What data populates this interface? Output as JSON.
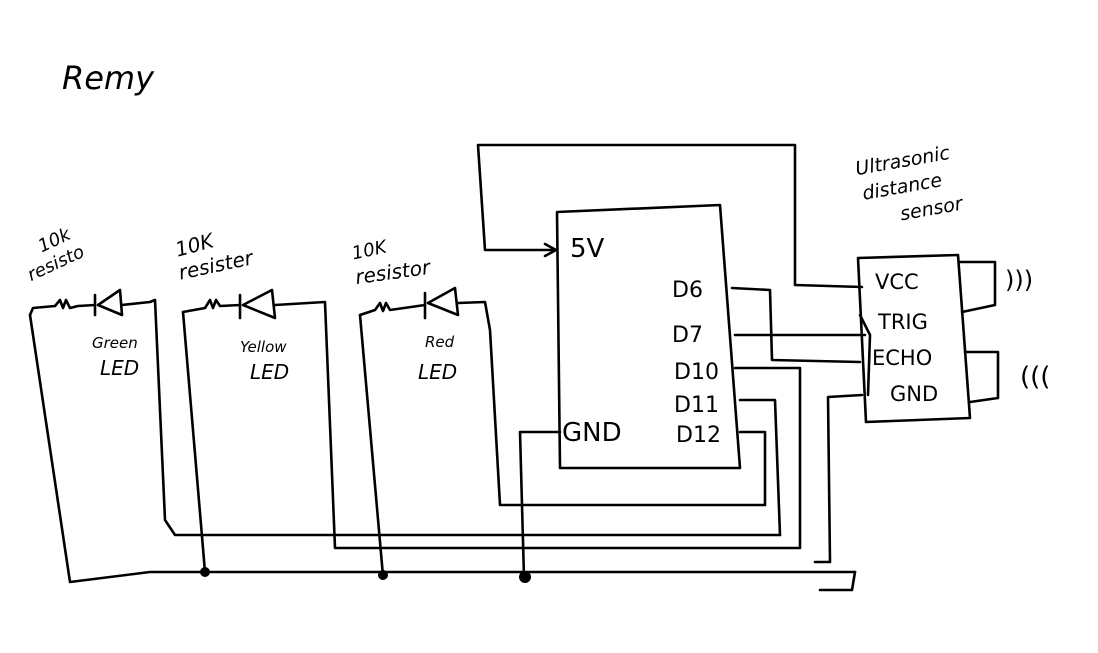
{
  "author": "Remy",
  "leds": [
    {
      "resistor_label": [
        "10k",
        "resisto"
      ],
      "led_label": [
        "Green",
        "LED"
      ]
    },
    {
      "resistor_label": [
        "10K",
        "resister"
      ],
      "led_label": [
        "Yellow",
        "LED"
      ]
    },
    {
      "resistor_label": [
        "10K",
        "resistor"
      ],
      "led_label": [
        "Red",
        "LED"
      ]
    }
  ],
  "board": {
    "pins_left": [
      "5V",
      "GND"
    ],
    "pins_right": [
      "D6",
      "D7",
      "D10",
      "D11",
      "D12"
    ]
  },
  "sensor": {
    "title": [
      "Ultrasonic",
      "distance",
      "sensor"
    ],
    "pins": [
      "VCC",
      "TRIG",
      "ECHO",
      "GND"
    ],
    "wave_out": ")))",
    "wave_in": "((("
  }
}
